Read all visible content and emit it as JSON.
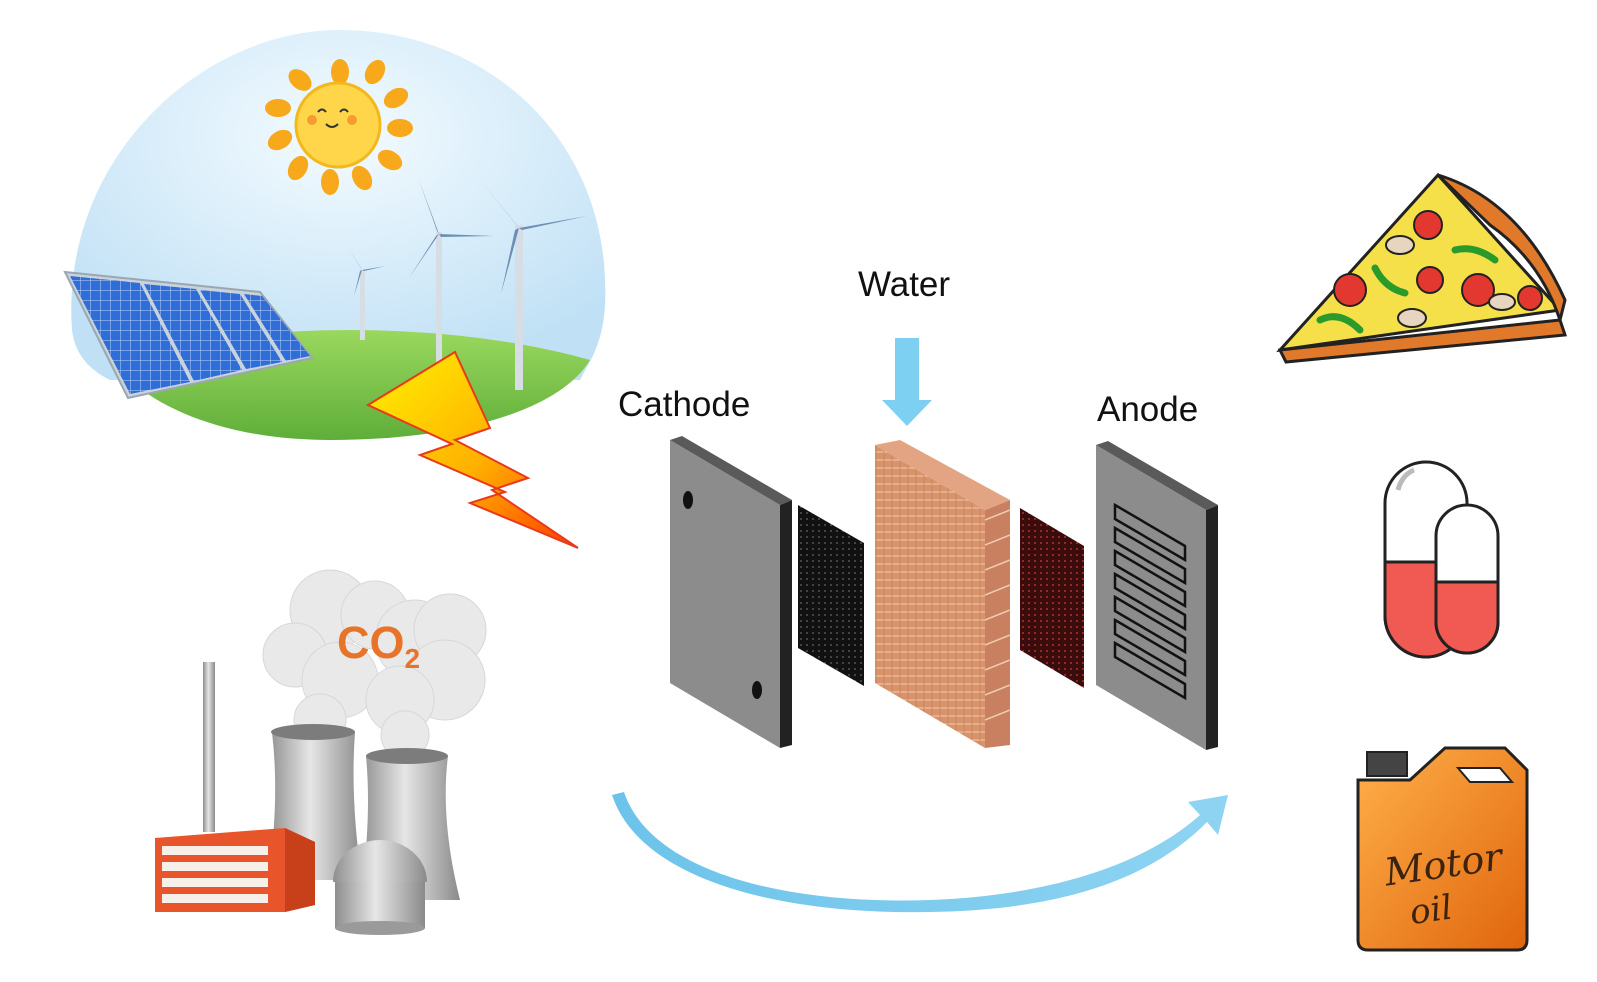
{
  "labels": {
    "water": "Water",
    "cathode": "Cathode",
    "anode": "Anode",
    "co2_main": "CO",
    "co2_sub": "2"
  },
  "products": {
    "oil_line1": "Motor",
    "oil_line2": "oil"
  },
  "colors": {
    "sky": "#cfe6f7",
    "grass": "#7ec850",
    "solar_panel": "#2f6ed6",
    "sun": "#ffd54a",
    "sun_rays": "#f7a81b",
    "lightning": "#ffd800",
    "co2_text": "#e8742a",
    "arrow": "#6fc4ea",
    "plate": "#8a8a8a",
    "membrane": "#d9916a",
    "anode_catalyst": "#5a1a1a",
    "factory_red": "#e8552b",
    "pill_red": "#f05a52",
    "oil_can": "#f08a1e"
  },
  "icons": [
    "sun-icon",
    "solar-panel-icon",
    "wind-turbine-icon",
    "lightning-bolt-icon",
    "factory-icon",
    "smoke-cloud-icon",
    "cooling-tower-icon",
    "pizza-icon",
    "pill-icon",
    "motor-oil-can-icon"
  ]
}
